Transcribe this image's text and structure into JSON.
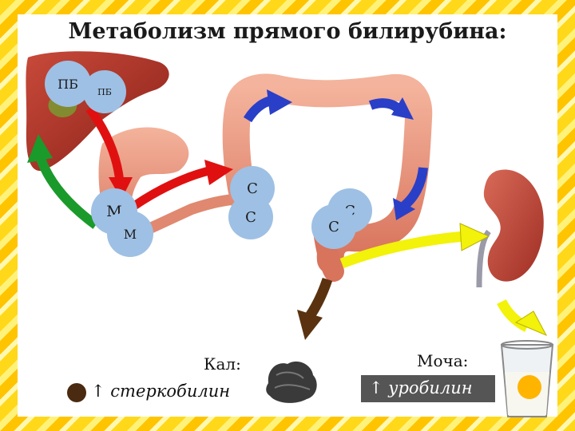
{
  "title": "Метаболизм прямого билирубина:",
  "bubbles": {
    "pb_big": "ПБ",
    "pb_small": "ПБ",
    "m1": "М",
    "m2": "М",
    "s1": "С",
    "s2": "С",
    "s3": "С",
    "s4": "С"
  },
  "labels": {
    "stool": "Кал:",
    "urine": "Моча:",
    "stercobilin": "↑ стеркобилин",
    "urobilin": "↑ уробилин"
  },
  "colors": {
    "red_arrow": "#e01010",
    "green_arrow": "#1a9a2a",
    "blue_arrow": "#2a3fc8",
    "yellow_arrow": "#f2f20a",
    "brown_arrow": "#5a3210",
    "bubble": "#9ec0e4",
    "intestine": "#e8927a",
    "liver": "#a8322a",
    "kidney": "#c04a3e"
  }
}
